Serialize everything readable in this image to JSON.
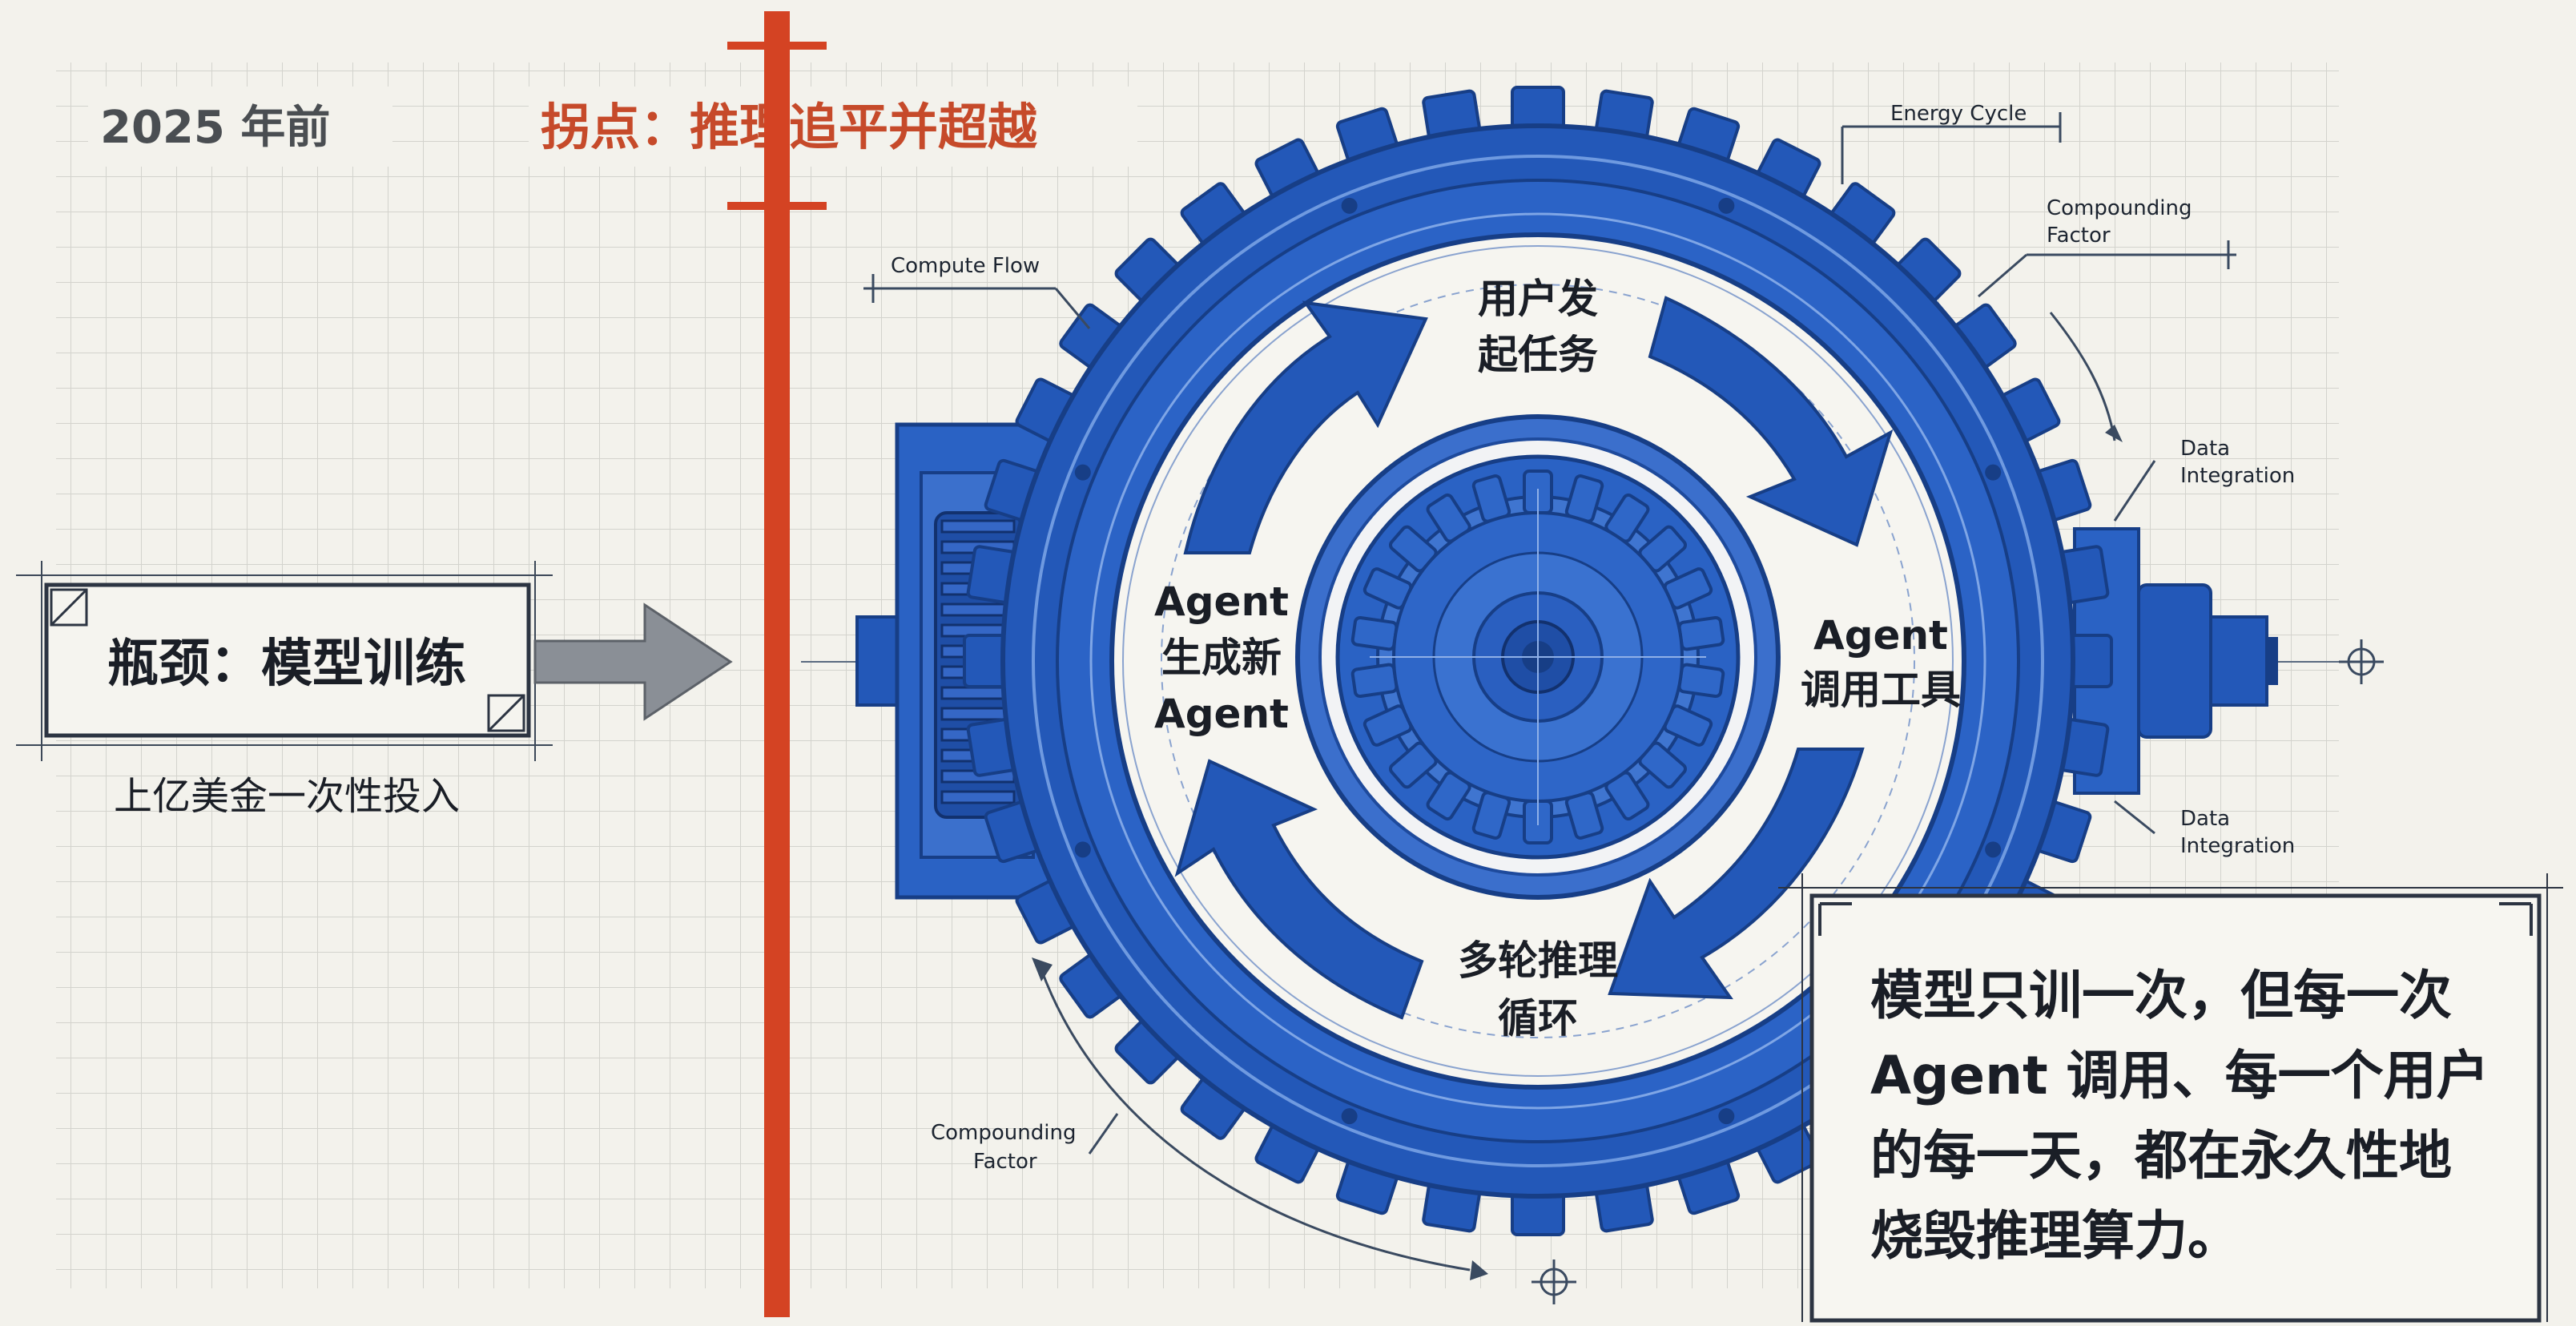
{
  "era_label": "2025 年前",
  "turning_point": "拐点：推理追平并超越",
  "bottleneck": {
    "title": "瓶颈：模型训练",
    "subtitle": "上亿美金一次性投入"
  },
  "cycle_steps": {
    "top": [
      "用户发",
      "起任务"
    ],
    "right": [
      "Agent",
      "调用工具"
    ],
    "bottom": [
      "多轮推理",
      "循环"
    ],
    "left": [
      "Agent",
      "生成新",
      "Agent"
    ]
  },
  "annotations": {
    "energy_cycle": "Energy Cycle",
    "compounding_factor_top": [
      "Compounding",
      "Factor"
    ],
    "compute_flow": "Compute Flow",
    "data_integration_1": [
      "Data",
      "Integration"
    ],
    "data_integration_2": [
      "Data",
      "Integration"
    ],
    "compounding_factor_bottom": [
      "Compounding",
      "Factor"
    ]
  },
  "callout": {
    "lines": [
      "模型只训一次，但每一次",
      "Agent 调用、每一个用户",
      "的每一天，都在永久性地",
      "烧毁推理算力。"
    ]
  },
  "colors": {
    "background": "#f3f2ec",
    "grid": "#d5d5d0",
    "blueprint_blue": "#2358b8",
    "dark_blue": "#173e86",
    "divider_red": "#d44323",
    "turning_point_text": "#c64a2a",
    "arrow_gray": "#8a8f96"
  }
}
